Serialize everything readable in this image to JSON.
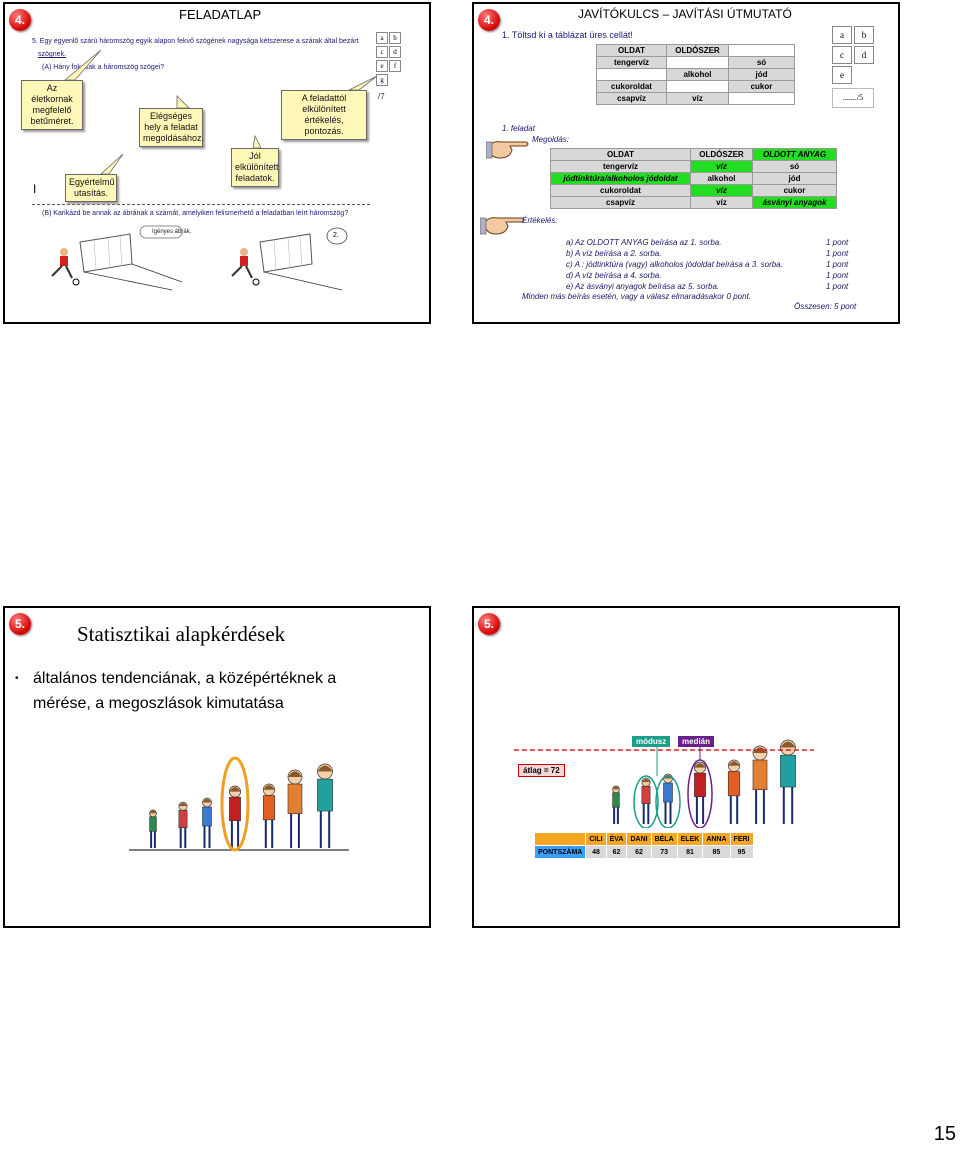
{
  "slide1": {
    "badge": "4.",
    "title": "FELADATLAP",
    "worksheet": {
      "line1": "5. Egy egyenlő szárú háromszög egyik alapon fekvő szögének nagysága kétszerese a szárak által bezárt",
      "line2": "szögnek.",
      "line3": "(A) Hány fokosak a háromszög szögei?",
      "line4": "(B) Karikázd be annak az ábrának a számát, amelyiken felismerhető a feladatban leírt háromszög?",
      "label_igenyes": "Igényes ábrák.",
      "label_two": "2.",
      "grid": [
        "a",
        "b",
        "c",
        "d",
        "e",
        "f",
        "g"
      ],
      "grid_score": "/7"
    },
    "callouts": {
      "betumeret": "Az életkornak megfelelő betűméret.",
      "elegseges": "Elégséges hely a feladat megoldásához.",
      "egyertelmu": "Egyértelmű utasítás.",
      "jol": "Jól elkülönített feladatok.",
      "ertekeles": "A feladattól elkülönített értékelés, pontozás."
    },
    "side_mark": "I"
  },
  "slide2": {
    "badge": "4.",
    "title": "JAVÍTÓKULCS – JAVÍTÁSI ÚTMUTATÓ",
    "task": "1. Töltsd ki a táblázat üres cellát!",
    "table1": {
      "rows": [
        [
          "OLDAT",
          "OLDÓSZER",
          ""
        ],
        [
          "tengervíz",
          "",
          "só"
        ],
        [
          "",
          "alkohol",
          "jód"
        ],
        [
          "cukoroldat",
          "",
          "cukor"
        ],
        [
          "csapvíz",
          "víz",
          ""
        ]
      ]
    },
    "grid": [
      "a",
      "b",
      "c",
      "d",
      "e"
    ],
    "grid_score": "......./5",
    "feladat_label": "1. feladat",
    "megoldas_label": "Megoldás:",
    "table2": {
      "header": [
        "OLDAT",
        "OLDÓSZER",
        "OLDOTT ANYAG"
      ],
      "rows": [
        [
          "tengervíz",
          "víz",
          "só"
        ],
        [
          "jódtinktúra/alkoholos jódoldat",
          "alkohol",
          "jód"
        ],
        [
          "cukoroldat",
          "víz",
          "cukor"
        ],
        [
          "csapvíz",
          "víz",
          "ásványi anyagok"
        ]
      ]
    },
    "ertekeles_label": "Értékelés:",
    "criteria": [
      {
        "text": "a) Az OLDOTT ANYAG beírása az 1. sorba.",
        "points": "1 pont"
      },
      {
        "text": "b) A  víz beírása a 2. sorba.",
        "points": "1 pont"
      },
      {
        "text": "c) A : jódtinktúra (vagy) alkoholos jódoldat beírása a 3. sorba.",
        "points": "1 pont"
      },
      {
        "text": "d) A víz beírása a 4. sorba.",
        "points": "1 pont"
      },
      {
        "text": "e) Az ásványi anyagok beírása az 5. sorba.",
        "points": "1 pont"
      }
    ],
    "other_note": "Minden más beírás esetén, vagy a válasz elmaradásakor 0 pont.",
    "total": "Összesen: 5 pont"
  },
  "slide3": {
    "badge": "5.",
    "title": "Statisztikai alapkérdések",
    "bullet_line1": "általános tendenciának, a középértéknek a",
    "bullet_line2": "mérése, a megoszlások kimutatása"
  },
  "slide4": {
    "badge": "5.",
    "tag_modusz": "módusz",
    "tag_median": "medián",
    "tag_atlag": "átlag = 72",
    "colors": {
      "modusz": "#1a9f8a",
      "median": "#6a1f8a",
      "atlag_line": "#e02020"
    },
    "table": {
      "names": [
        "CILI",
        "ÉVA",
        "DANI",
        "BÉLA",
        "ELEK",
        "ANNA",
        "FERI"
      ],
      "label": "PONTSZÁMA",
      "scores": [
        "48",
        "62",
        "62",
        "73",
        "81",
        "85",
        "95"
      ]
    }
  },
  "page_number": "15"
}
